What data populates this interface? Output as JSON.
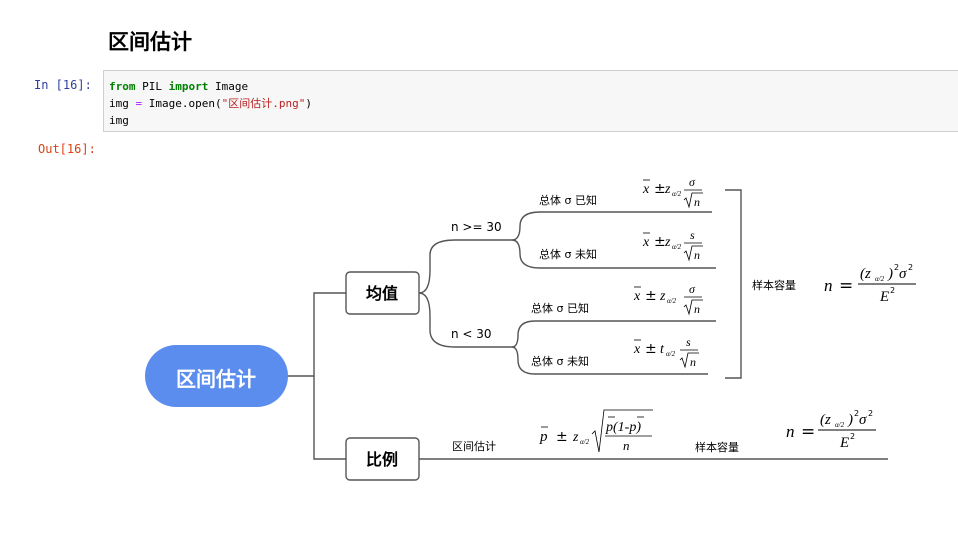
{
  "heading": "区间估计",
  "cell": {
    "in_prompt": "In  [16]:",
    "out_prompt": "Out[16]:",
    "line1": {
      "kw1": "from",
      "mod": " PIL ",
      "kw2": "import",
      "rest": " Image"
    },
    "line2": {
      "lhs": "img ",
      "eq": "=",
      "call": " Image.open(",
      "str": "\"区间估计.png\"",
      "close": ")"
    },
    "line3": "img"
  },
  "mindmap": {
    "root": "区间估计",
    "mean": "均值",
    "proportion": "比例",
    "n_large": "n >= 30",
    "n_small": "n < 30",
    "sigma_known": "总体 σ 已知",
    "sigma_unknown": "总体 σ 未知",
    "interval_label": "区间估计",
    "sample_size_label": "样本容量",
    "colors": {
      "root_fill": "#5b8def",
      "line": "#555555",
      "box_border": "#555555"
    }
  }
}
